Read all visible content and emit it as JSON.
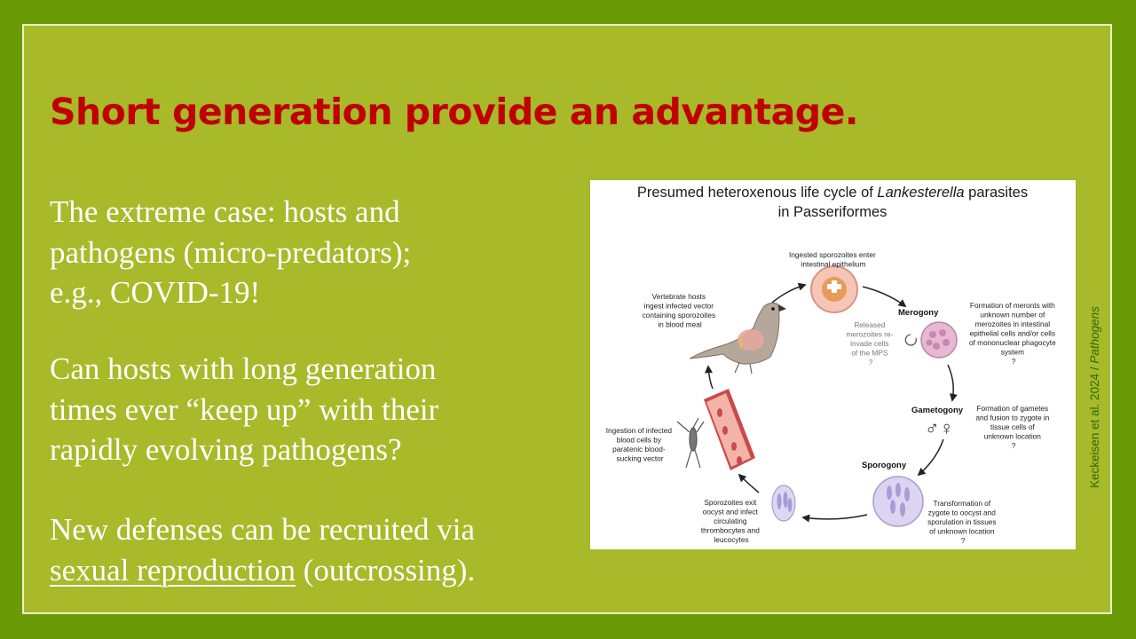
{
  "colors": {
    "frame_green": "#6a9a06",
    "slide_green": "#a8b92a",
    "title_red": "#c00000",
    "credit_green": "#2f6a0a"
  },
  "slide": {
    "title": "Short generation provide an advantage.",
    "para1": [
      "The extreme case: hosts and",
      "pathogens (micro-predators);",
      "e.g., COVID-19!"
    ],
    "para2": [
      "Can hosts with long generation",
      "times ever “keep up” with their",
      "rapidly evolving pathogens?"
    ],
    "para3": {
      "line1": "New defenses can be recruited via",
      "underlined": "sexual reproduction",
      "rest": " (outcrossing)."
    },
    "credit": {
      "authors": "Keckeisen et al. 2024 / ",
      "journal": "Pathogens"
    }
  },
  "figure": {
    "title_pre": "Presumed heteroxenous life cycle of ",
    "title_italic": "Lankesterella",
    "title_post": " parasites",
    "title_line2": "in Passeriformes",
    "stage_labels": {
      "merogony": "Merogony",
      "gametogony": "Gametogony",
      "sporogony": "Sporogony",
      "sexes": "♂♀"
    },
    "notes": {
      "top": [
        "Ingested sporozoites enter",
        "intestinal epithelium"
      ],
      "merogony": [
        "Formation of meronts with",
        "unknown number of",
        "merozoites in intestinal",
        "epithelial cells and/or cells",
        "of mononuclear phagocyte",
        "system",
        "?"
      ],
      "released": [
        "Released",
        "merozoites re-",
        "invade cells",
        "of the MPS",
        "?"
      ],
      "gametogony": [
        "Formation of gametes",
        "and fusion to zygote in",
        "tissue cells of",
        "unknown location",
        "?"
      ],
      "sporogony": [
        "Transformation of",
        "zygote to oocyst and",
        "sporulation in tissues",
        "of unknown location",
        "?"
      ],
      "sporozoites": [
        "Sporozoites exit",
        "oocyst and infect",
        "circulating",
        "thrombocytes and",
        "leucocytes"
      ],
      "ingestion": [
        "Ingestion of infected",
        "blood cells by",
        "paratenic blood-",
        "sucking vector"
      ],
      "vertebrate": [
        "Vertebrate hosts",
        "ingest infected vector",
        "containing sporozoites",
        "in blood meal"
      ]
    }
  }
}
